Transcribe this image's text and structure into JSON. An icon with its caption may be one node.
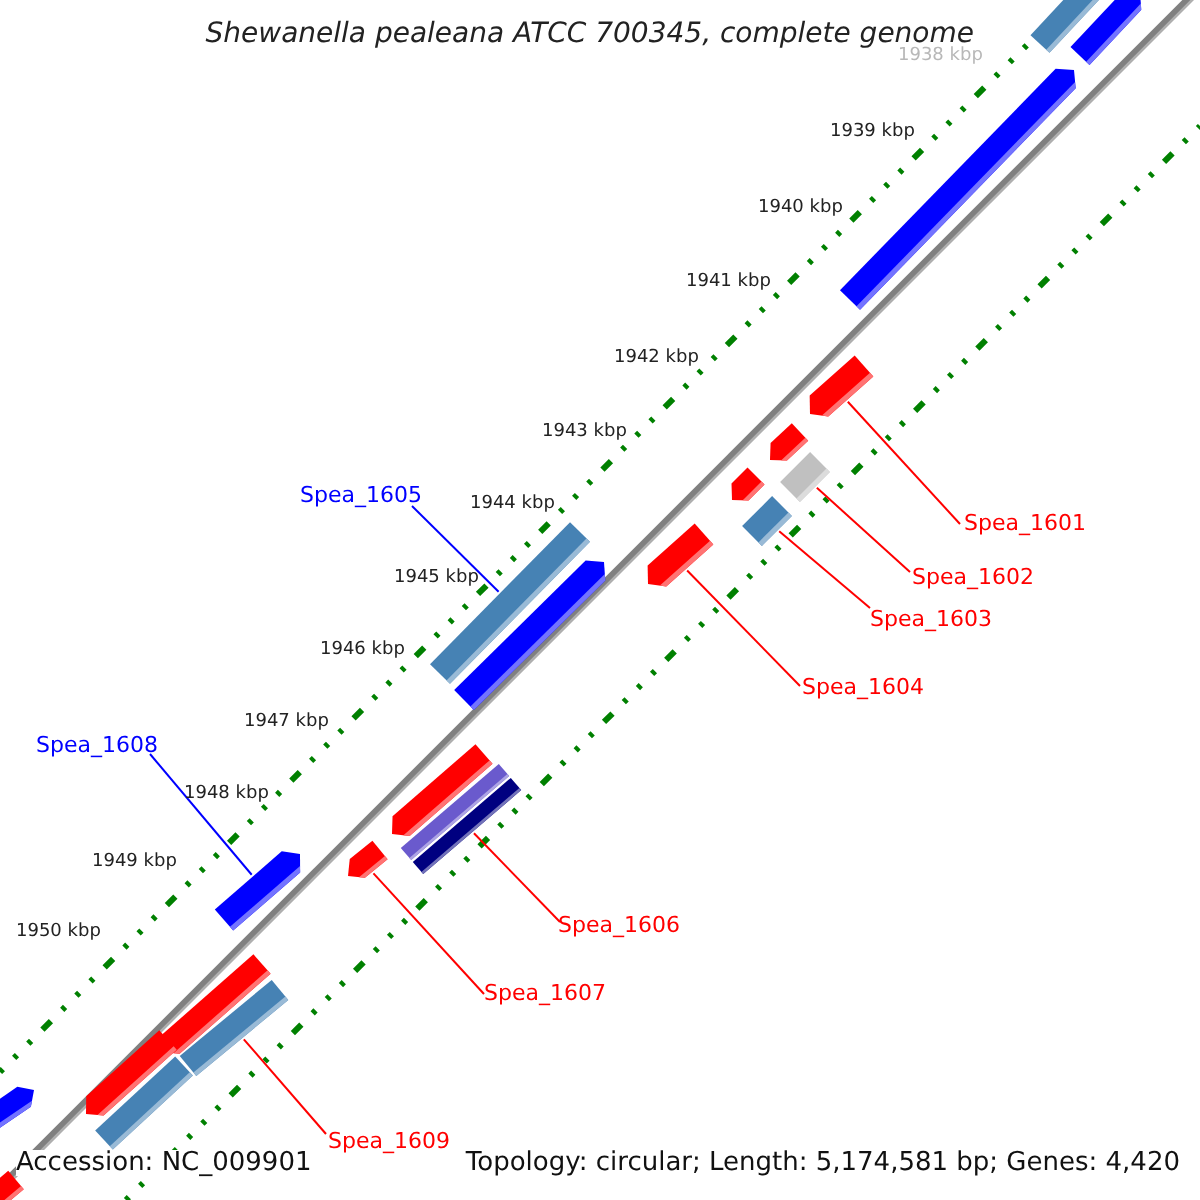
{
  "diagram": {
    "title": "Shewanella pealeana ATCC 700345, complete genome",
    "nodes": [
      {
        "text": [
          "Spea_1605"
        ]
      },
      {
        "text": [
          "Spea_1601"
        ]
      },
      {
        "text": [
          "Spea_1602"
        ]
      },
      {
        "text": [
          "Spea_1603"
        ]
      },
      {
        "text": [
          "Spea_1604"
        ]
      },
      {
        "text": [
          "Spea_1608"
        ]
      },
      {
        "text": [
          "Spea_1606"
        ]
      },
      {
        "text": [
          "Spea_1607"
        ]
      },
      {
        "text": [
          "Spea_1609"
        ]
      },
      {
        "text": [],
        "shape": "bar"
      },
      {
        "text": [],
        "shape": "bar"
      },
      {
        "text": [],
        "shape": "bar"
      },
      {
        "text": [],
        "shape": "bar"
      },
      {
        "text": [],
        "shape": "bar"
      },
      {
        "text": [],
        "shape": "bar"
      },
      {
        "text": [],
        "shape": "bar"
      },
      {
        "text": [],
        "shape": "bar"
      },
      {
        "text": [],
        "shape": "bar"
      },
      {
        "text": [],
        "shape": "bar"
      },
      {
        "text": [],
        "shape": "bar"
      },
      {
        "text": [],
        "shape": "bar"
      },
      {
        "text": [],
        "shape": "bar"
      },
      {
        "text": [],
        "shape": "bar"
      },
      {
        "text": [],
        "shape": "bar"
      },
      {
        "text": [],
        "shape": "bar"
      },
      {
        "text": [],
        "shape": "bar"
      },
      {
        "text": [],
        "shape": "bar"
      },
      {
        "text": [],
        "shape": "bar"
      },
      {
        "text": [],
        "shape": "bar"
      },
      {
        "text": [],
        "shape": "bar"
      },
      {
        "text": [],
        "shape": "bar"
      }
    ],
    "edges": [
      {
        "from": 0,
        "to": 18,
        "arrow": "none",
        "color": "#0000ff"
      },
      {
        "from": 1,
        "to": 12,
        "arrow": "none"
      },
      {
        "from": 2,
        "to": 14,
        "arrow": "none"
      },
      {
        "from": 3,
        "to": 16,
        "arrow": "none"
      },
      {
        "from": 4,
        "to": 17,
        "arrow": "none"
      },
      {
        "from": 5,
        "to": 24,
        "arrow": "none",
        "color": "#0000ff"
      },
      {
        "from": 6,
        "to": 22,
        "arrow": "none"
      },
      {
        "from": 7,
        "to": 23,
        "arrow": "none"
      },
      {
        "from": 8,
        "to": 26,
        "arrow": "none"
      }
    ],
    "labels": [
      "1938 kbp",
      "1939 kbp",
      "1940 kbp",
      "1941 kbp",
      "1942 kbp",
      "1943 kbp",
      "1944 kbp",
      "1945 kbp",
      "1946 kbp",
      "1947 kbp",
      "1948 kbp",
      "1949 kbp",
      "1950 kbp",
      "Accession: NC_009901",
      "Topology: circular; Length: 5,174,581 bp; Genes: 4,420"
    ]
  }
}
